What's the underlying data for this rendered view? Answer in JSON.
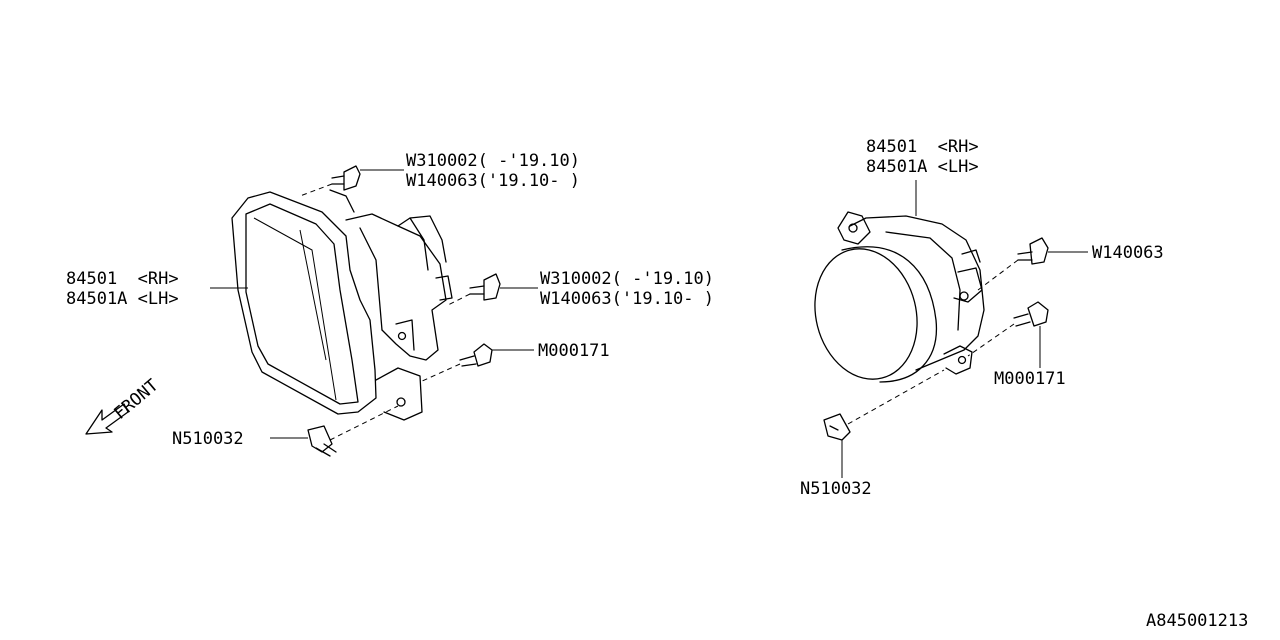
{
  "diagram_id": "A845001213",
  "front_label": "FRONT",
  "left_assembly": {
    "part_rh": "84501  <RH>",
    "part_lh": "84501A <LH>",
    "upper_fastener_a": "W310002( -'19.10)",
    "upper_fastener_b": "W140063('19.10- )",
    "mid_fastener_a": "W310002( -'19.10)",
    "mid_fastener_b": "W140063('19.10- )",
    "screw": "M000171",
    "clip": "N510032"
  },
  "right_assembly": {
    "part_rh": "84501  <RH>",
    "part_lh": "84501A <LH>",
    "fastener": "W140063",
    "screw": "M000171",
    "clip": "N510032"
  }
}
